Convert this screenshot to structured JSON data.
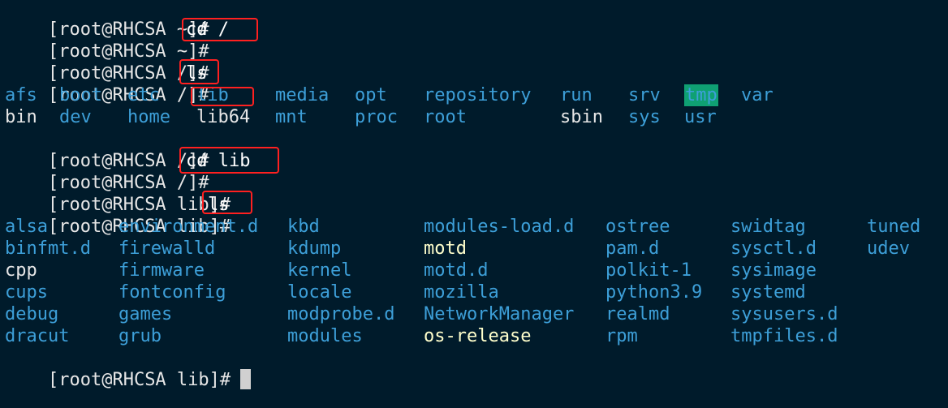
{
  "terminal": {
    "lines": [
      {
        "prompt": "[root@RHCSA ~]#",
        "command": ""
      },
      {
        "prompt": "[root@RHCSA ~]#",
        "command": "cd /"
      },
      {
        "prompt": "[root@RHCSA /]#",
        "command": ""
      },
      {
        "prompt": "[root@RHCSA /]#",
        "command": "ls"
      }
    ],
    "root_ls_row1": [
      "afs",
      "boot",
      "etc",
      "lib",
      "media",
      "opt",
      "repository",
      "run",
      "srv",
      "tmp",
      "var"
    ],
    "root_ls_row2": [
      "bin",
      "dev",
      "home",
      "lib64",
      "mnt",
      "proc",
      "root",
      "sbin",
      "sys",
      "usr"
    ],
    "lines2": [
      {
        "prompt": "[root@RHCSA /]#",
        "command": ""
      },
      {
        "prompt": "[root@RHCSA /]#",
        "command": "cd lib"
      },
      {
        "prompt": "[root@RHCSA lib]#",
        "command": ""
      },
      {
        "prompt": "[root@RHCSA lib]#",
        "command": "ls"
      }
    ],
    "lib_ls": [
      [
        "alsa",
        "environment.d",
        "kbd",
        "modules-load.d",
        "ostree",
        "swidtag",
        "tuned"
      ],
      [
        "binfmt.d",
        "firewalld",
        "kdump",
        "motd",
        "pam.d",
        "sysctl.d",
        "udev"
      ],
      [
        "cpp",
        "firmware",
        "kernel",
        "motd.d",
        "polkit-1",
        "sysimage",
        ""
      ],
      [
        "cups",
        "fontconfig",
        "locale",
        "mozilla",
        "python3.9",
        "systemd",
        ""
      ],
      [
        "debug",
        "games",
        "modprobe.d",
        "NetworkManager",
        "realmd",
        "sysusers.d",
        ""
      ],
      [
        "dracut",
        "grub",
        "modules",
        "os-release",
        "rpm",
        "tmpfiles.d",
        ""
      ]
    ],
    "final_prompt": "[root@RHCSA lib]#"
  },
  "colors": {
    "background": "#001b2b",
    "directory": "#3d9fd8",
    "plain_file": "#e6e6e6",
    "config_file": "#ffffcc",
    "sticky_dir_bg": "#0fa073",
    "highlight_box": "#ff2020"
  }
}
